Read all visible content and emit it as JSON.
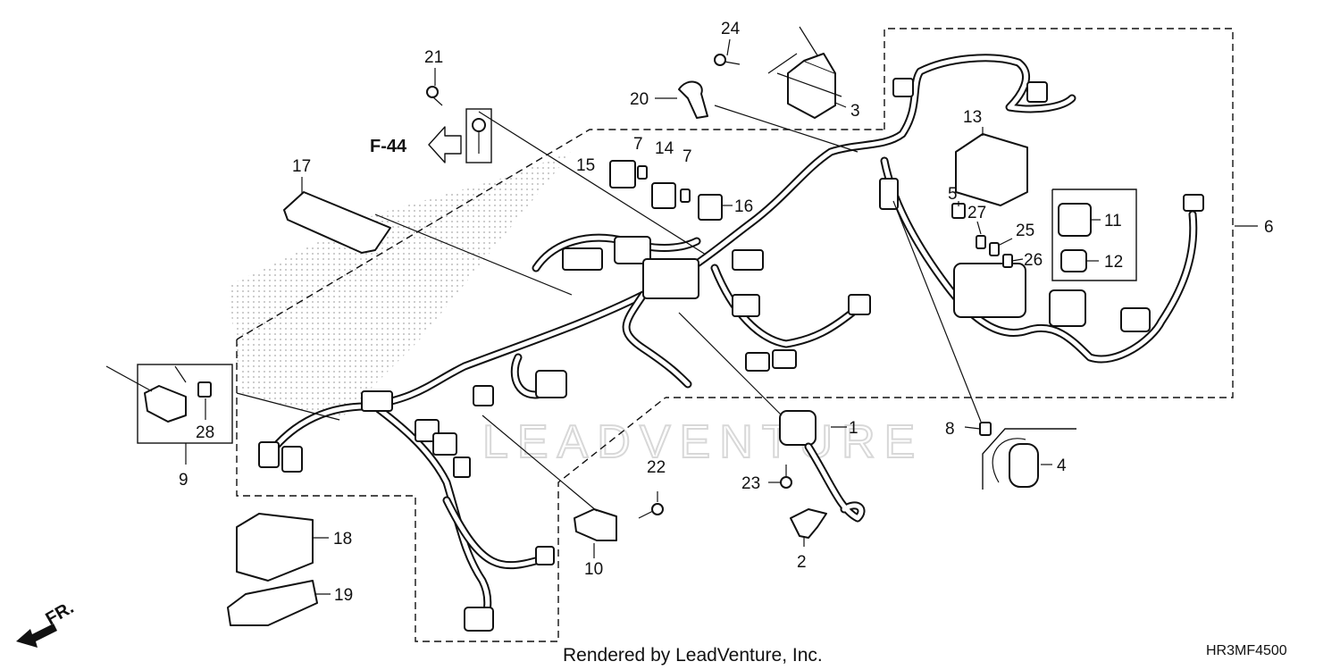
{
  "diagram": {
    "drawing_code": "HR3MF4500",
    "footer_text": "Rendered by LeadVenture, Inc.",
    "watermark": "LEADVENTURE",
    "ref_arrow_label": "F-44",
    "front_arrow_label": "FR.",
    "callouts": [
      {
        "id": "c1",
        "label": "1"
      },
      {
        "id": "c2",
        "label": "2"
      },
      {
        "id": "c3",
        "label": "3"
      },
      {
        "id": "c4",
        "label": "4"
      },
      {
        "id": "c5",
        "label": "5"
      },
      {
        "id": "c6",
        "label": "6"
      },
      {
        "id": "c7a",
        "label": "7"
      },
      {
        "id": "c7b",
        "label": "7"
      },
      {
        "id": "c8",
        "label": "8"
      },
      {
        "id": "c9",
        "label": "9"
      },
      {
        "id": "c10",
        "label": "10"
      },
      {
        "id": "c11",
        "label": "11"
      },
      {
        "id": "c12",
        "label": "12"
      },
      {
        "id": "c13",
        "label": "13"
      },
      {
        "id": "c14",
        "label": "14"
      },
      {
        "id": "c15",
        "label": "15"
      },
      {
        "id": "c16",
        "label": "16"
      },
      {
        "id": "c17",
        "label": "17"
      },
      {
        "id": "c18",
        "label": "18"
      },
      {
        "id": "c19",
        "label": "19"
      },
      {
        "id": "c20",
        "label": "20"
      },
      {
        "id": "c21",
        "label": "21"
      },
      {
        "id": "c22",
        "label": "22"
      },
      {
        "id": "c23",
        "label": "23"
      },
      {
        "id": "c24",
        "label": "24"
      },
      {
        "id": "c25",
        "label": "25"
      },
      {
        "id": "c26",
        "label": "26"
      },
      {
        "id": "c27",
        "label": "27"
      },
      {
        "id": "c28",
        "label": "28"
      }
    ]
  }
}
